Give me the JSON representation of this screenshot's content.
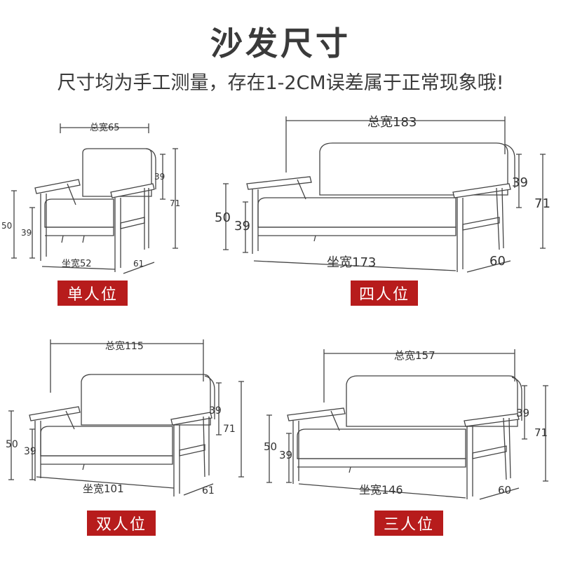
{
  "header": {
    "title": "沙发尺寸",
    "subtitle": "尺寸均为手工测量，存在1-2CM误差属于正常现象哦!"
  },
  "sofas": [
    {
      "id": "single",
      "label": "单人位",
      "total_width": "总宽65",
      "seat_width": "坐宽52",
      "back_height": "39",
      "total_height": "71",
      "arm_height": "50",
      "seat_height": "39",
      "depth": "61"
    },
    {
      "id": "four",
      "label": "四人位",
      "total_width": "总宽183",
      "seat_width": "坐宽173",
      "back_height": "39",
      "total_height": "71",
      "arm_height": "50",
      "seat_height": "39",
      "depth": "60"
    },
    {
      "id": "double",
      "label": "双人位",
      "total_width": "总宽115",
      "seat_width": "坐宽101",
      "back_height": "39",
      "total_height": "71",
      "arm_height": "50",
      "seat_height": "39",
      "depth": "61"
    },
    {
      "id": "triple",
      "label": "三人位",
      "total_width": "总宽157",
      "seat_width": "坐宽146",
      "back_height": "39",
      "total_height": "71",
      "arm_height": "50",
      "seat_height": "39",
      "depth": "60"
    }
  ],
  "colors": {
    "label_bg": "#b71c1c",
    "label_text": "#ffffff",
    "line": "#444444"
  }
}
